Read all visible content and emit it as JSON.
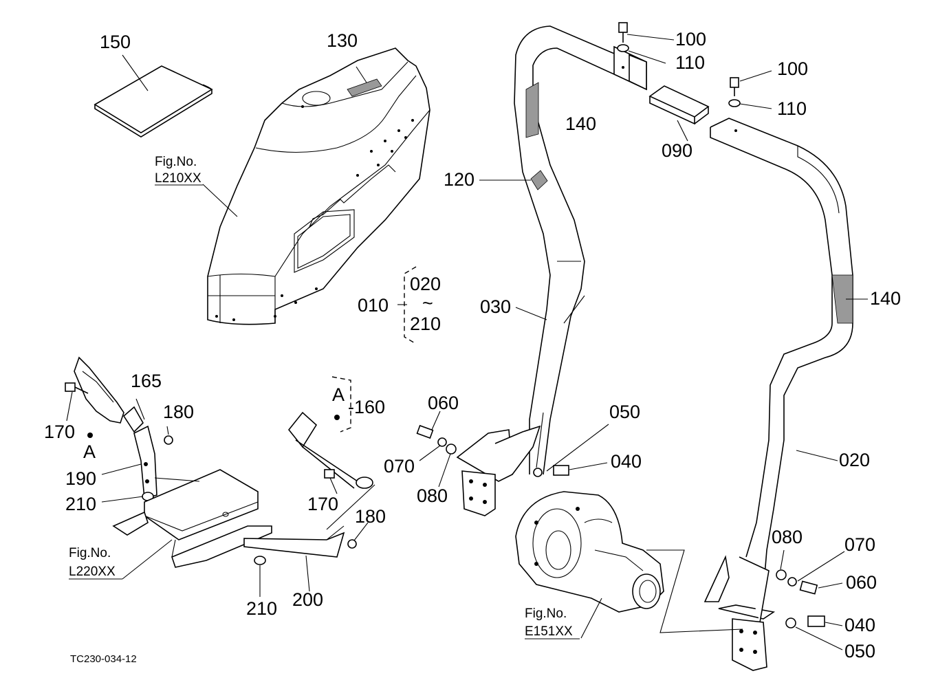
{
  "diagram_id": "TC230-034-12",
  "labels": {
    "p150": "150",
    "p130": "130",
    "p100a": "100",
    "p110a": "110",
    "p100b": "100",
    "p110b": "110",
    "p140a": "140",
    "p140b": "140",
    "p090": "090",
    "p120": "120",
    "p010": "010",
    "p020a": "020",
    "p210a": "210",
    "p030": "030",
    "p165": "165",
    "p180a": "180",
    "p170a": "170",
    "pA1": "A",
    "pA2": "A",
    "p160": "-160",
    "p060a": "060",
    "p050a": "050",
    "p070a": "070",
    "p080a": "080",
    "p040a": "040",
    "p190": "190",
    "p210b": "210",
    "p170b": "170",
    "p180b": "180",
    "p020b": "020",
    "p080b": "080",
    "p070b": "070",
    "p060b": "060",
    "p210c": "210",
    "p200": "200",
    "p040b": "040",
    "p050b": "050",
    "tilde": "~"
  },
  "figure_refs": {
    "l210": {
      "line1": "Fig.No.",
      "line2": "L210XX"
    },
    "l220": {
      "line1": "Fig.No.",
      "line2": "L220XX"
    },
    "e151": {
      "line1": "Fig.No.",
      "line2": "E151XX"
    }
  }
}
